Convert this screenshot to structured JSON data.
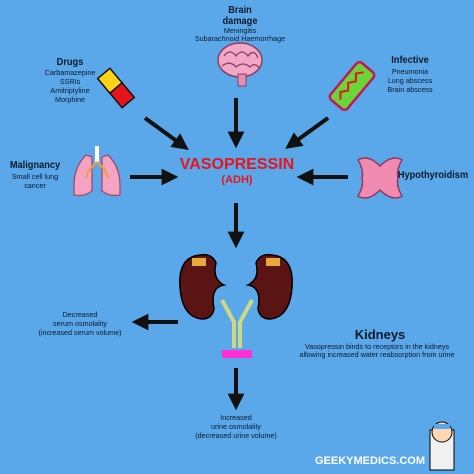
{
  "center": {
    "title": "VASOPRESSIN",
    "subtitle": "(ADH)"
  },
  "brain": {
    "title": "Brain",
    "title2": "damage",
    "items": [
      "Meningitis",
      "Subarachnoid Haemorrhage"
    ]
  },
  "drugs": {
    "title": "Drugs",
    "items": [
      "Carbamazepine",
      "SSRIs",
      "Amitriptyline",
      "Morphine"
    ]
  },
  "infective": {
    "title": "Infective",
    "items": [
      "Pneumonia",
      "Lung abscess",
      "Brain abscess"
    ]
  },
  "malignancy": {
    "title": "Malignancy",
    "items": [
      "Small cell lung",
      "cancer"
    ]
  },
  "hypothyroidism": {
    "title": "Hypothyroidism"
  },
  "kidneys": {
    "title": "Kidneys",
    "desc1": "Vasopressin binds to receptors in the kidneys",
    "desc2": "allowing increased water reabsorption from urine"
  },
  "serum": {
    "line1": "Decreased",
    "line2": "serum osmolality",
    "line3": "(increased serum volume)"
  },
  "urine": {
    "line1": "Increased",
    "line2": "urine osmolality",
    "line3": "(decreased urine volume)"
  },
  "brand": {
    "name": "GEEKYMEDICS.COM"
  },
  "colors": {
    "background": "#5aa7e9",
    "arrow": "#111111",
    "vasopressin": "#e8141b",
    "kidney": "#5a1414",
    "bladder": "#ff2fd6",
    "ureter": "#cfd880"
  }
}
